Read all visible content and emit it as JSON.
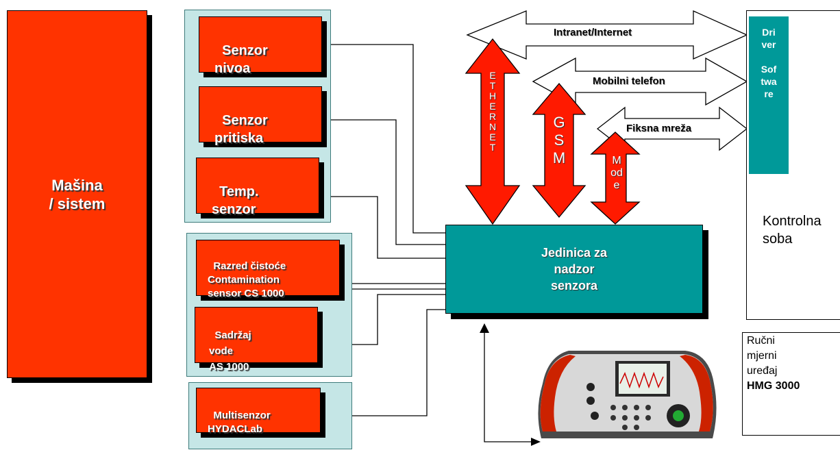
{
  "machine": {
    "label": "Mašina\n/ sistem"
  },
  "sensors": {
    "level": "Senzor\nnivoa",
    "pressure": "Senzor\npritiska",
    "temperature": "Temp.\nsenzor",
    "contamination": "Razred čistoće\nContamination\nsensor CS 1000",
    "water": "Sadržaj\nvode\nAS 1000",
    "multisensor": "Multisenzor\nHYDACLab"
  },
  "monitoring_unit": {
    "label": "Jedinica za\nnadzor\nsenzora"
  },
  "connections": {
    "internet": "Intranet/Internet",
    "mobile": "Mobilni telefon",
    "fixed": "Fiksna mreža",
    "ethernet": "E\nT\nH\nE\nR\nN\nE\nT",
    "gsm": "G\nS\nM",
    "modem": "M\nod\ne"
  },
  "control_room": {
    "driver": "Dri\nver",
    "software": "Sof\ntwa\nre",
    "label": "Kontrolna\nsoba"
  },
  "handheld": {
    "line1": "Ručni",
    "line2": "mjerni",
    "line3": "uređaj",
    "model": "HMG 3000"
  },
  "colors": {
    "red": "#ff3300",
    "teal": "#009999",
    "panel": "#c5e6e6"
  }
}
